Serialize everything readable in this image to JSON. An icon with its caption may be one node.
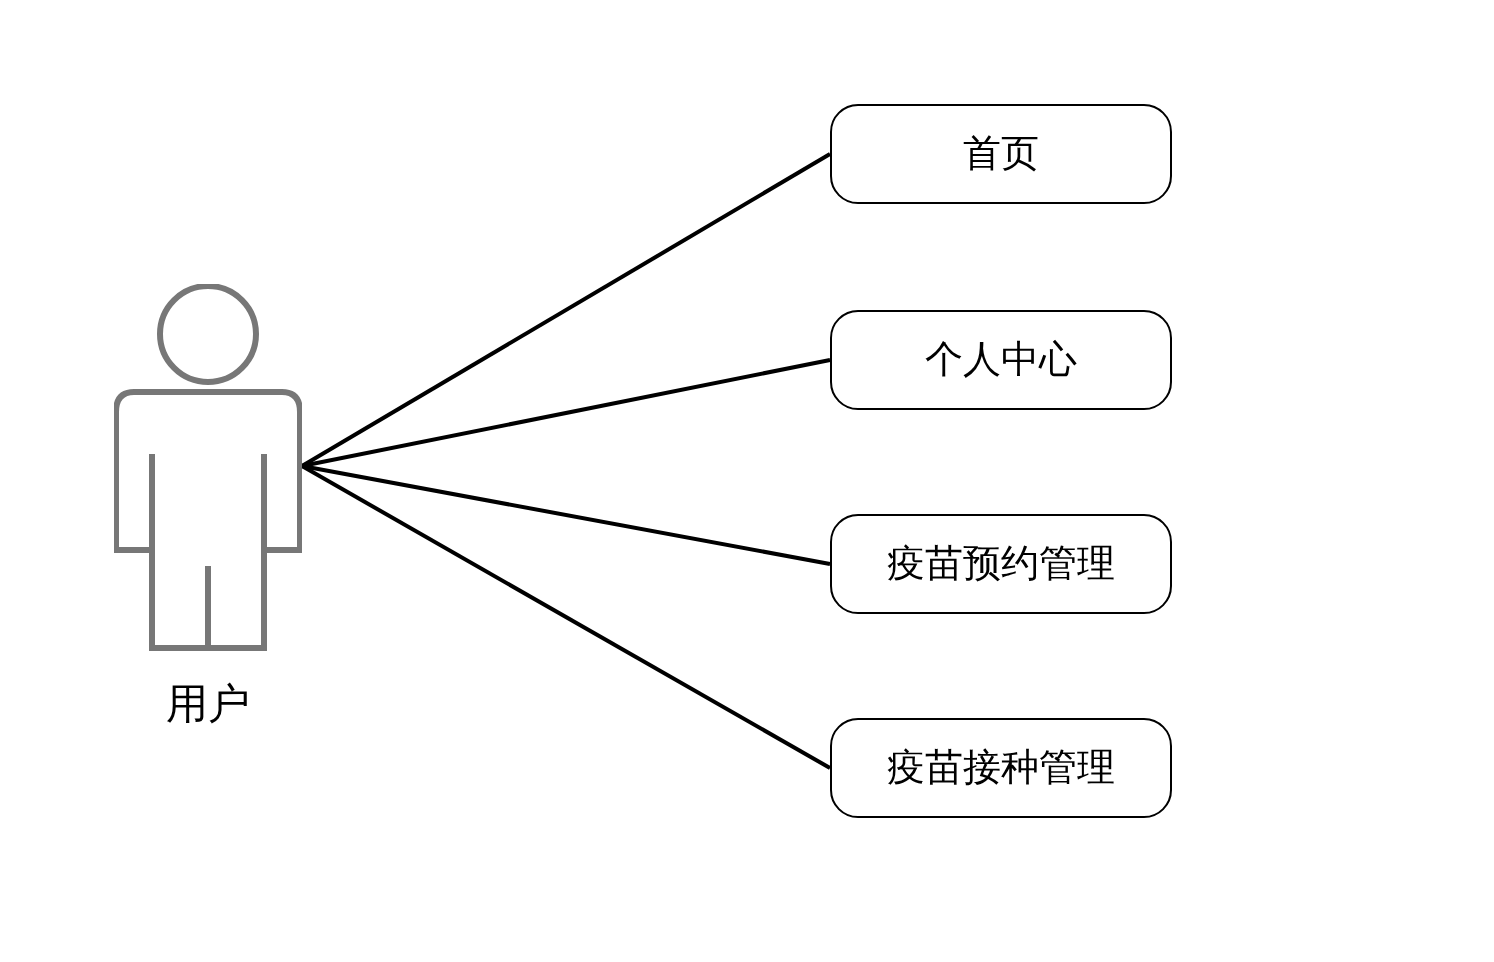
{
  "diagram": {
    "nodes": [
      {
        "text": [
          "用户"
        ]
      },
      {
        "text": [
          "首页"
        ]
      },
      {
        "text": [
          "个人中心"
        ]
      },
      {
        "text": [
          "疫苗预约管理"
        ]
      },
      {
        "text": [
          "疫苗接种管理"
        ]
      }
    ],
    "edges": [
      {
        "from": 0,
        "to": 1,
        "arrow": "none"
      },
      {
        "from": 0,
        "to": 2,
        "arrow": "none"
      },
      {
        "from": 0,
        "to": 3,
        "arrow": "none"
      },
      {
        "from": 0,
        "to": 4,
        "arrow": "none"
      }
    ]
  }
}
